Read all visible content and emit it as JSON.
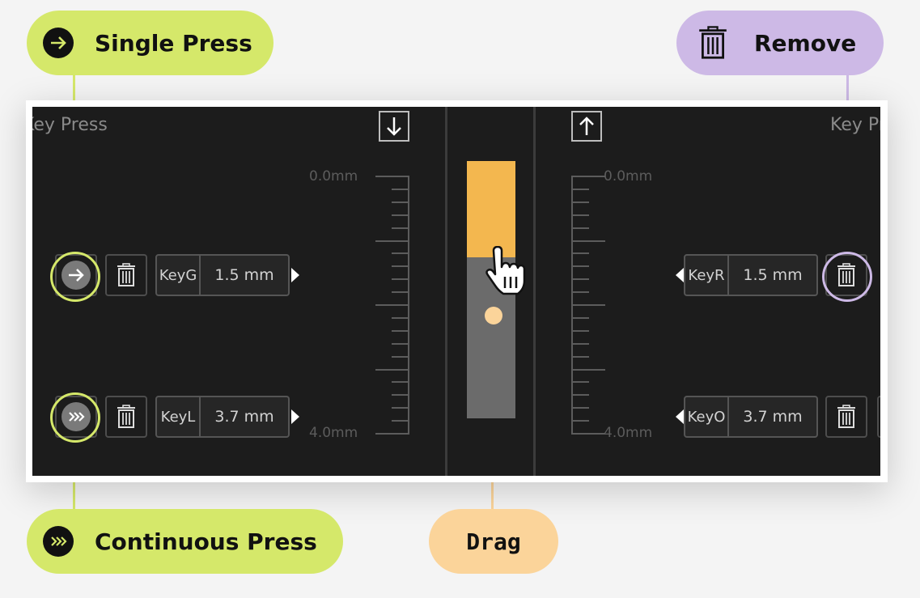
{
  "callouts": {
    "single_press": "Single Press",
    "remove": "Remove",
    "continuous_press": "Continuous Press",
    "drag": "Drag"
  },
  "panel": {
    "left_title": "Key Press",
    "right_title": "Key Press",
    "left_scale": {
      "top": "0.0mm",
      "bottom": "4.0mm"
    },
    "right_scale": {
      "top": "0.0mm",
      "bottom": "4.0mm"
    },
    "press_level_fraction": 0.375,
    "fill_color": "#f3b74f",
    "track_color": "#6b6b6b",
    "handle_color": "#fbd49a"
  },
  "left_rows": [
    {
      "key": "KeyG",
      "value": "1.5 mm",
      "mode": "single-press"
    },
    {
      "key": "KeyL",
      "value": "3.7 mm",
      "mode": "continuous-press"
    }
  ],
  "right_rows": [
    {
      "key": "KeyR",
      "value": "1.5 mm"
    },
    {
      "key": "KeyO",
      "value": "3.7 mm"
    }
  ],
  "colors": {
    "green": "#d5e86a",
    "purple": "#cdb9e6",
    "orange": "#fbd49a",
    "panel_bg": "#1c1c1c"
  }
}
